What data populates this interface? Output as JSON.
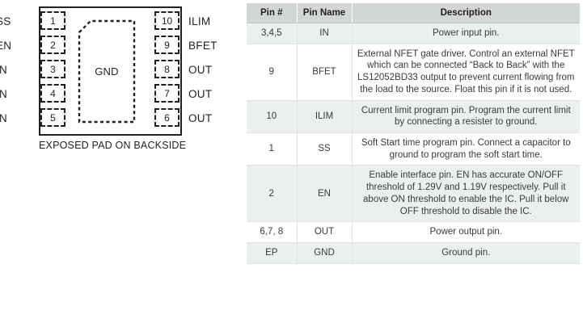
{
  "diagram": {
    "center_pad_label": "GND",
    "caption": "EXPOSED PAD ON BACKSIDE",
    "left_pins": [
      {
        "number": "1",
        "name": "SS"
      },
      {
        "number": "2",
        "name": "EN"
      },
      {
        "number": "3",
        "name": "IN"
      },
      {
        "number": "4",
        "name": "IN"
      },
      {
        "number": "5",
        "name": "IN"
      }
    ],
    "right_pins": [
      {
        "number": "10",
        "name": "ILIM"
      },
      {
        "number": "9",
        "name": "BFET"
      },
      {
        "number": "8",
        "name": "OUT"
      },
      {
        "number": "7",
        "name": "OUT"
      },
      {
        "number": "6",
        "name": "OUT"
      }
    ]
  },
  "table": {
    "headers": {
      "pin_number": "Pin #",
      "pin_name": "Pin Name",
      "description": "Description"
    },
    "rows": [
      {
        "pin_number": "3,4,5",
        "pin_name": "IN",
        "description": "Power input pin.",
        "shaded": true
      },
      {
        "pin_number": "9",
        "pin_name": "BFET",
        "description": "External NFET gate driver. Control an external NFET which can be connected “Back to Back” with the LS12052BD33 output to prevent current flowing from the load to the source. Float this pin if it is not used.",
        "shaded": false
      },
      {
        "pin_number": "10",
        "pin_name": "ILIM",
        "description": "Current limit program pin. Program the current limit by connecting a resister to ground.",
        "shaded": true
      },
      {
        "pin_number": "1",
        "pin_name": "SS",
        "description": "Soft Start time program pin. Connect a capacitor to ground to program the soft start time.",
        "shaded": false
      },
      {
        "pin_number": "2",
        "pin_name": "EN",
        "description": "Enable interface pin. EN has accurate ON/OFF threshold of 1.29V and 1.19V respectively. Pull it above ON threshold to enable the IC. Pull it below OFF threshold to disable the IC.",
        "shaded": true
      },
      {
        "pin_number": "6,7, 8",
        "pin_name": "OUT",
        "description": "Power output pin.",
        "shaded": false
      },
      {
        "pin_number": "EP",
        "pin_name": "GND",
        "description": "Ground pin.",
        "shaded": true
      }
    ]
  },
  "colors": {
    "ink": "#231f20",
    "header_bg": "#d3d6d6",
    "shaded_row_bg": "#eceff0",
    "grid_line": "#dfe3e3"
  }
}
